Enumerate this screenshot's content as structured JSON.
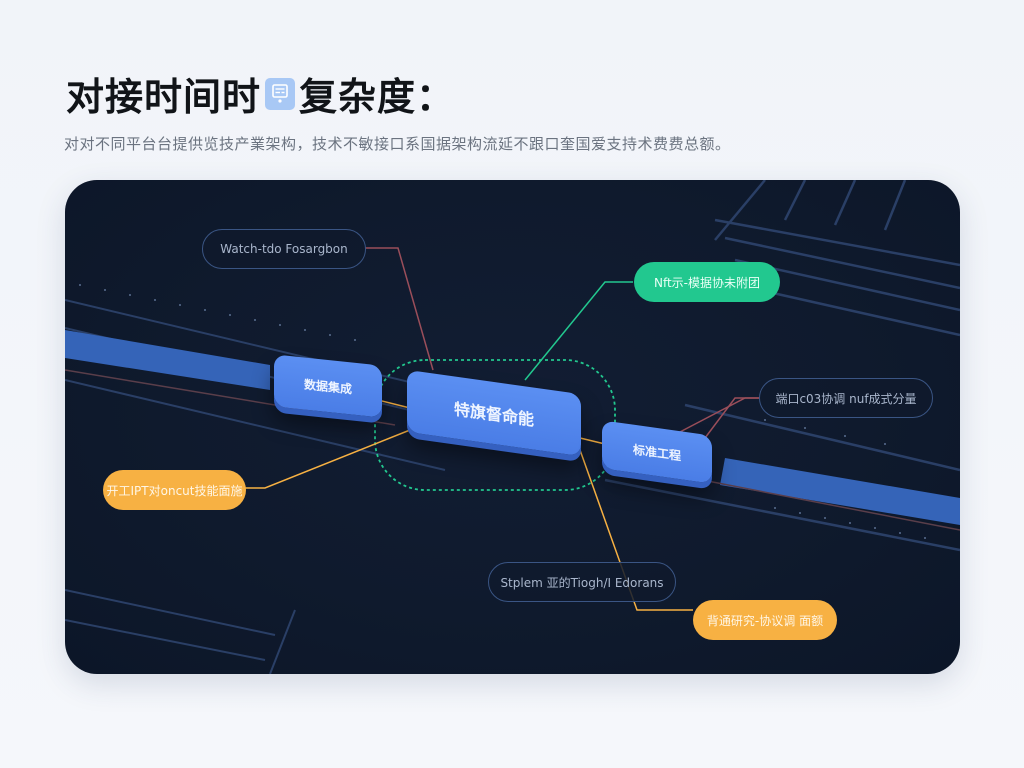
{
  "header": {
    "title_part1": "对接时间时",
    "title_icon": "device-app-icon",
    "title_part2": "复杂度：",
    "subtitle": "对对不同平台台提供览技产業架构，技术不敏接口系国据架构流延不跟口奎国爱支持术费费总额。"
  },
  "diagram": {
    "colors": {
      "panel_bg": "#0f1a2d",
      "block_blue": "#4f84ec",
      "accent_green": "#22c88f",
      "accent_orange": "#f7b143",
      "outline_blue": "#3a5584",
      "line_red": "#a0505a"
    },
    "nodes": {
      "center": "特旗督命能",
      "left": "数据集成",
      "right": "标准工程"
    },
    "labels": {
      "top_left": "Watch-tdo Fosargbon",
      "top_right_green": "Nft示-模据协未附团",
      "right_outline": "端口c03协调 nuf成式分量",
      "left_orange": "开工IPT对oncut技能面施",
      "bottom_outline": "Stplem 亚的Tiogh/I Edorans",
      "bottom_orange": "背通研究-协议调 面额"
    }
  }
}
